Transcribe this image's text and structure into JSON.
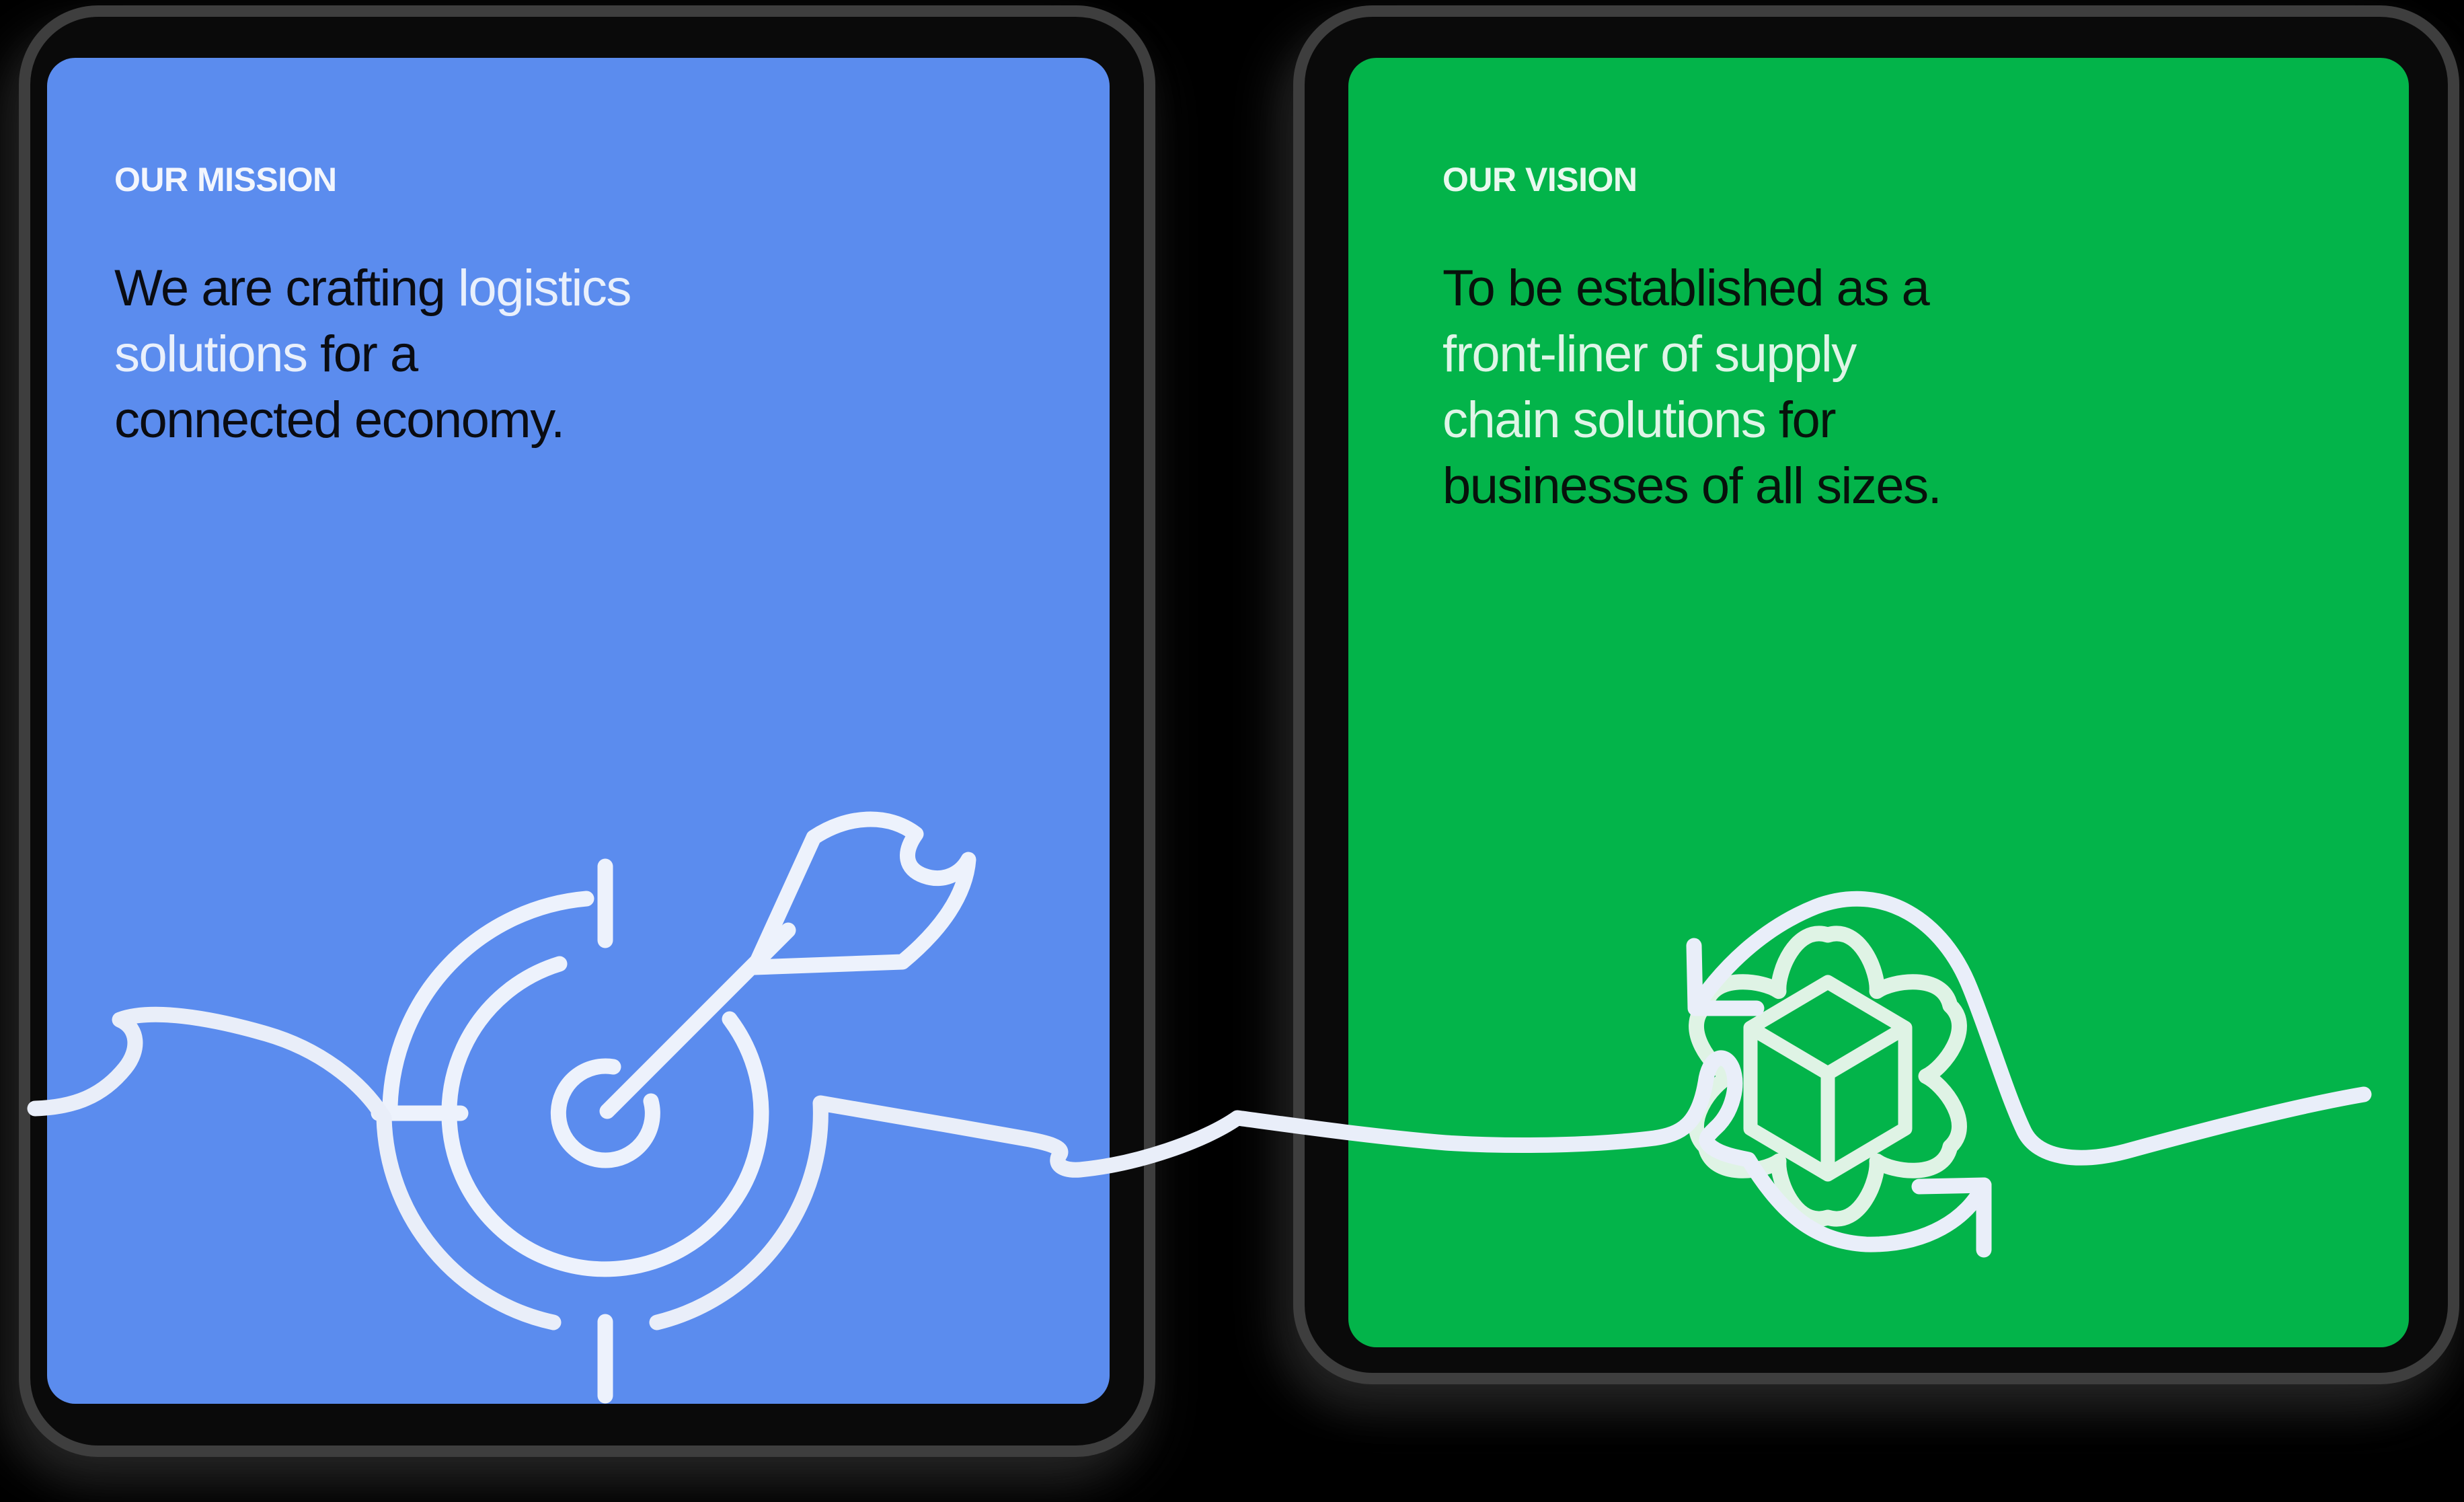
{
  "cards": [
    {
      "id": "mission",
      "label": "OUR MISSION",
      "label_color": "#F3F6FD",
      "accent": "#5B8CEE",
      "text_color": "#0A0C12",
      "highlight_color": "#E9F0FC",
      "icon": "target-arrow-icon",
      "lines": [
        [
          {
            "t": "We are crafting ",
            "h": false
          },
          {
            "t": "logistics",
            "h": true
          }
        ],
        [
          {
            "t": "solutions",
            "h": true
          },
          {
            "t": " for a",
            "h": false
          }
        ],
        [
          {
            "t": "connected economy.",
            "h": false
          }
        ]
      ]
    },
    {
      "id": "vision",
      "label": "OUR VISION",
      "label_color": "#E9F9EF",
      "accent": "#03B44A",
      "text_color": "#07120B",
      "highlight_color": "#DFF5E7",
      "icon": "gear-cycle-icon",
      "lines": [
        [
          {
            "t": "To be established as a",
            "h": false
          }
        ],
        [
          {
            "t": "front-liner of supply",
            "h": true
          }
        ],
        [
          {
            "t": "chain solutions",
            "h": true
          },
          {
            "t": " for",
            "h": false
          }
        ],
        [
          {
            "t": "businesses of all sizes.",
            "h": false
          }
        ]
      ]
    }
  ],
  "decor": {
    "frame_fill": "#0A0A0A",
    "frame_stroke": "#3E3E3E",
    "line_color": "#E9EEF9",
    "target_color": "#EDF2FC",
    "gear_color": "#DFF3E5"
  }
}
